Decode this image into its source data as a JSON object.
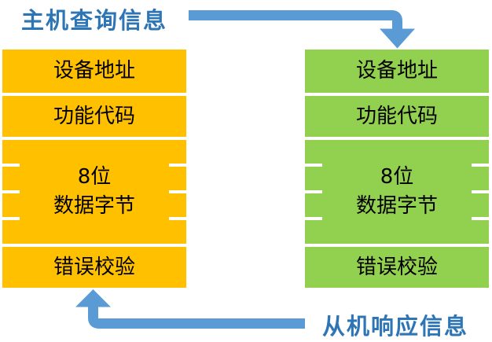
{
  "labels": {
    "host_query": "主机查询信息",
    "slave_response": "从机响应信息"
  },
  "colors": {
    "host_fill": "#FFC000",
    "slave_fill": "#92D050",
    "arrow": "#5B9BD5",
    "label_text": "#2E75B6",
    "field_text": "#000000"
  },
  "host_frame": {
    "fields": [
      {
        "label": "设备地址"
      },
      {
        "label": "功能代码"
      },
      {
        "line1": "8位",
        "line2": "数据字节"
      },
      {
        "label": "错误校验"
      }
    ]
  },
  "slave_frame": {
    "fields": [
      {
        "label": "设备地址"
      },
      {
        "label": "功能代码"
      },
      {
        "line1": "8位",
        "line2": "数据字节"
      },
      {
        "label": "错误校验"
      }
    ]
  }
}
